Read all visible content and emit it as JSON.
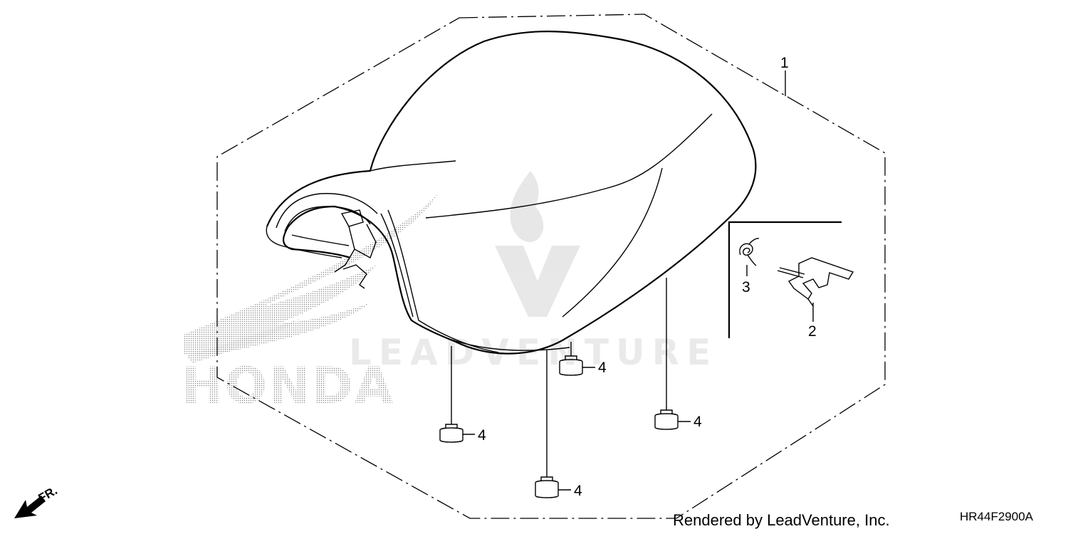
{
  "watermark": {
    "brand": "LEADVENTURE",
    "logo": "honda-wing-logo",
    "logo_text": "HONDA"
  },
  "direction": {
    "label": "FR.",
    "icon": "front-direction-arrow-icon"
  },
  "callouts": {
    "seat": "1",
    "hook": "2",
    "spring": "3",
    "cushion_a": "4",
    "cushion_b": "4",
    "cushion_c": "4",
    "cushion_d": "4"
  },
  "footer": {
    "credit": "Rendered by LeadVenture, Inc.",
    "diagram_code": "HR44F2900A"
  },
  "colors": {
    "line": "#000000",
    "background": "#ffffff",
    "halftone": "#9a9a9a"
  }
}
